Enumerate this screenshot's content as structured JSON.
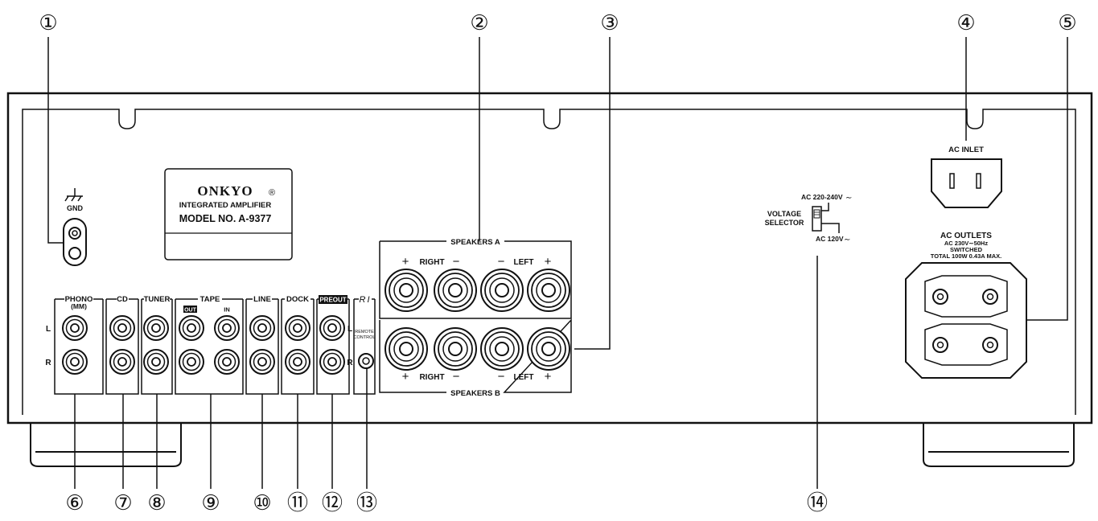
{
  "callouts": {
    "c1": "①",
    "c2": "②",
    "c3": "③",
    "c4": "④",
    "c5": "⑤",
    "c6": "⑥",
    "c7": "⑦",
    "c8": "⑧",
    "c9": "⑨",
    "c10": "⑩",
    "c11": "⑪",
    "c12": "⑫",
    "c13": "⑬",
    "c14": "⑭"
  },
  "gnd_label": "GND",
  "nameplate": {
    "brand": "ONKYO",
    "brand_mark": "®",
    "product": "INTEGRATED AMPLIFIER",
    "model": "MODEL NO. A-9377"
  },
  "inputs": {
    "phono": "PHONO",
    "phono_sub": "(MM)",
    "cd": "CD",
    "tuner": "TUNER",
    "tape": "TAPE",
    "tape_out": "OUT",
    "tape_in": "IN",
    "line": "LINE",
    "dock": "DOCK",
    "preout": "PREOUT",
    "ri_logo": "RI",
    "remote": "REMOTE",
    "control": "CONTROL",
    "left": "L",
    "right": "R"
  },
  "speakers": {
    "a_label": "SPEAKERS A",
    "b_label": "SPEAKERS B",
    "plus": "+",
    "minus": "−",
    "right": "RIGHT",
    "left": "LEFT"
  },
  "voltage": {
    "selector_1": "VOLTAGE",
    "selector_2": "SELECTOR",
    "high": "AC 220-240V",
    "low": "AC 120V",
    "tilde": "∼"
  },
  "ac_inlet": "AC INLET",
  "ac_outlets": {
    "title": "AC OUTLETS",
    "spec": "AC 230V∼50Hz",
    "switched": "SWITCHED",
    "total": "TOTAL 100W 0.43A MAX."
  }
}
